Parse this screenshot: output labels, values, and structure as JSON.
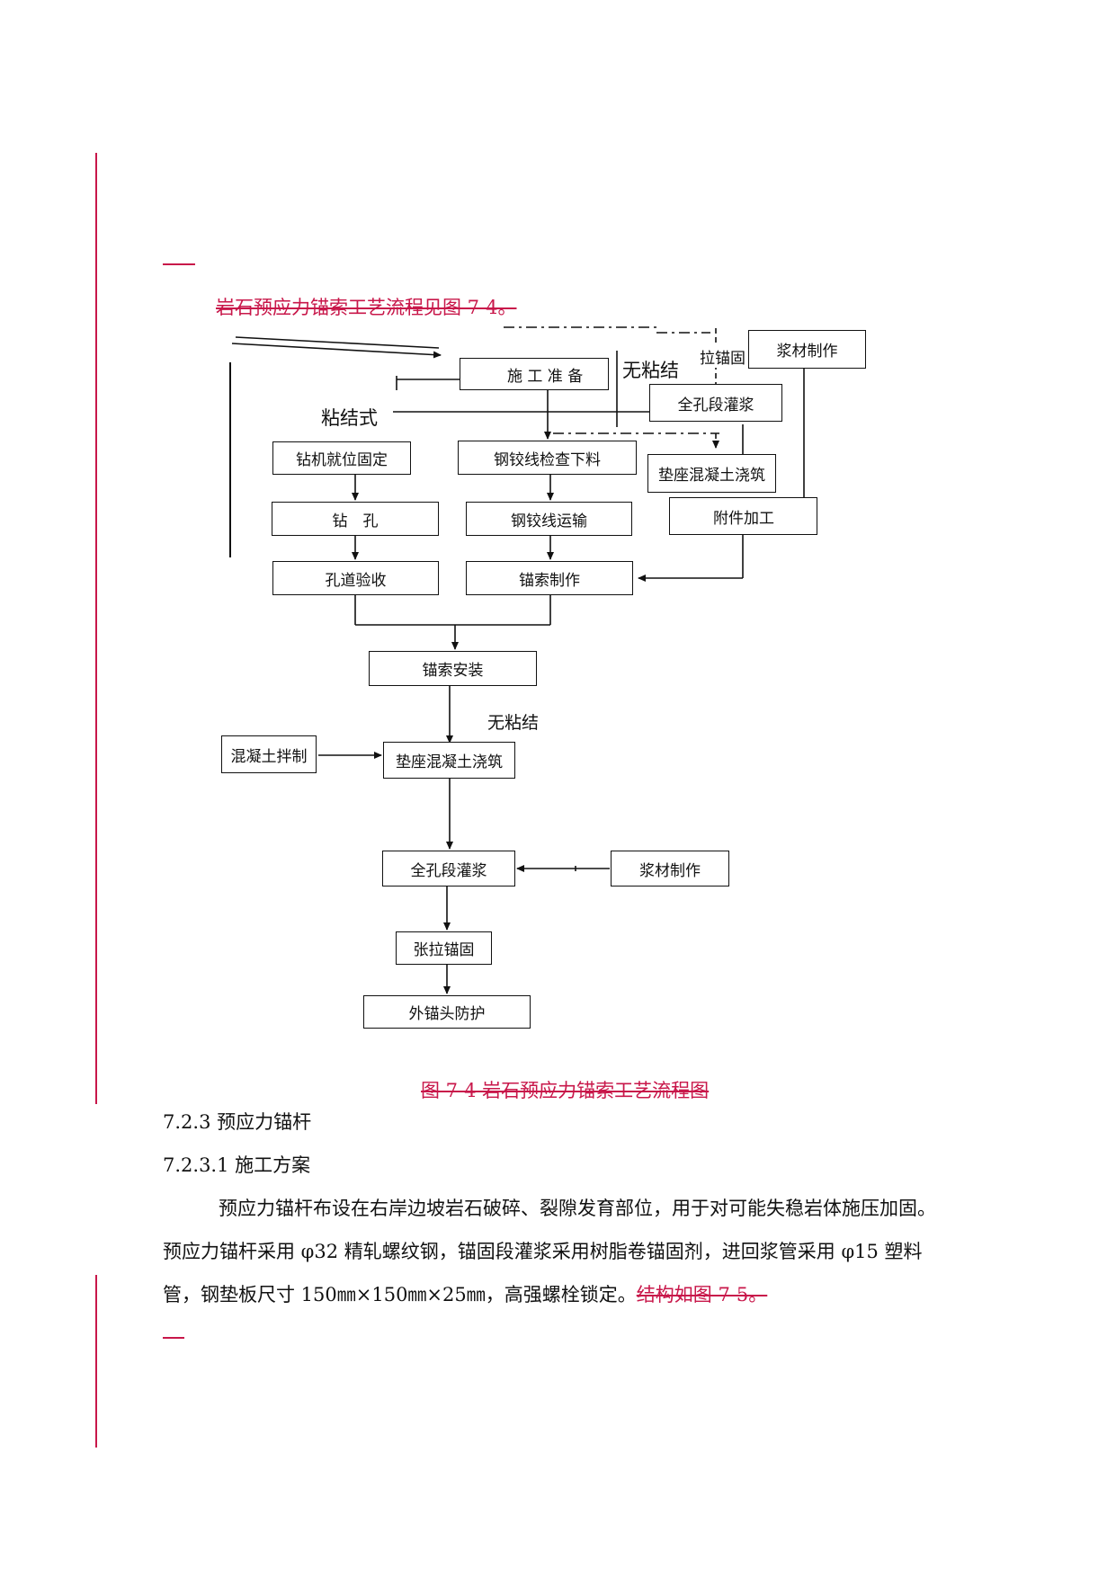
{
  "intro_line": "岩石预应力锚索工艺流程见图 7-4。",
  "flowchart": {
    "boxes": {
      "prep": "施 工 准 备",
      "slurry_top": "浆材制作",
      "grout_full_top": "全孔段灌浆",
      "pad_concrete_top": "垫座混凝土浇筑",
      "fittings": "附件加工",
      "drill_setup": "钻机就位固定",
      "strand_check": "钢铰线检查下料",
      "drill": "钻　孔",
      "strand_transport": "钢铰线运输",
      "hole_accept": "孔道验收",
      "cable_make": "锚索制作",
      "cable_install": "锚索安装",
      "concrete_mix": "混凝土拌制",
      "pad_concrete": "垫座混凝土浇筑",
      "grout_full": "全孔段灌浆",
      "slurry": "浆材制作",
      "tension": "张拉锚固",
      "head_protect": "外锚头防护"
    },
    "labels": {
      "unbonded_top": "无粘结",
      "tension_top": "拉锚固",
      "bonded": "粘结式",
      "unbonded_mid": "无粘结"
    }
  },
  "caption": "图 7-4 岩石预应力锚索工艺流程图",
  "section_heading": "7.2.3 预应力锚杆",
  "subsection_heading": "7.2.3.1 施工方案",
  "paragraph_lines": [
    "预应力锚杆布设在右岸边坡岩石破碎、裂隙发育部位，用于对可能失稳岩体施压加固。",
    "预应力锚杆采用 φ32 精轧螺纹钢，锚固段灌浆采用树脂卷锚固剂，进回浆管采用 φ15 塑料",
    "管，钢垫板尺寸 150㎜×150㎜×25㎜，高强螺栓锁定。"
  ],
  "paragraph_tail_deleted": "结构如图 7-5。"
}
